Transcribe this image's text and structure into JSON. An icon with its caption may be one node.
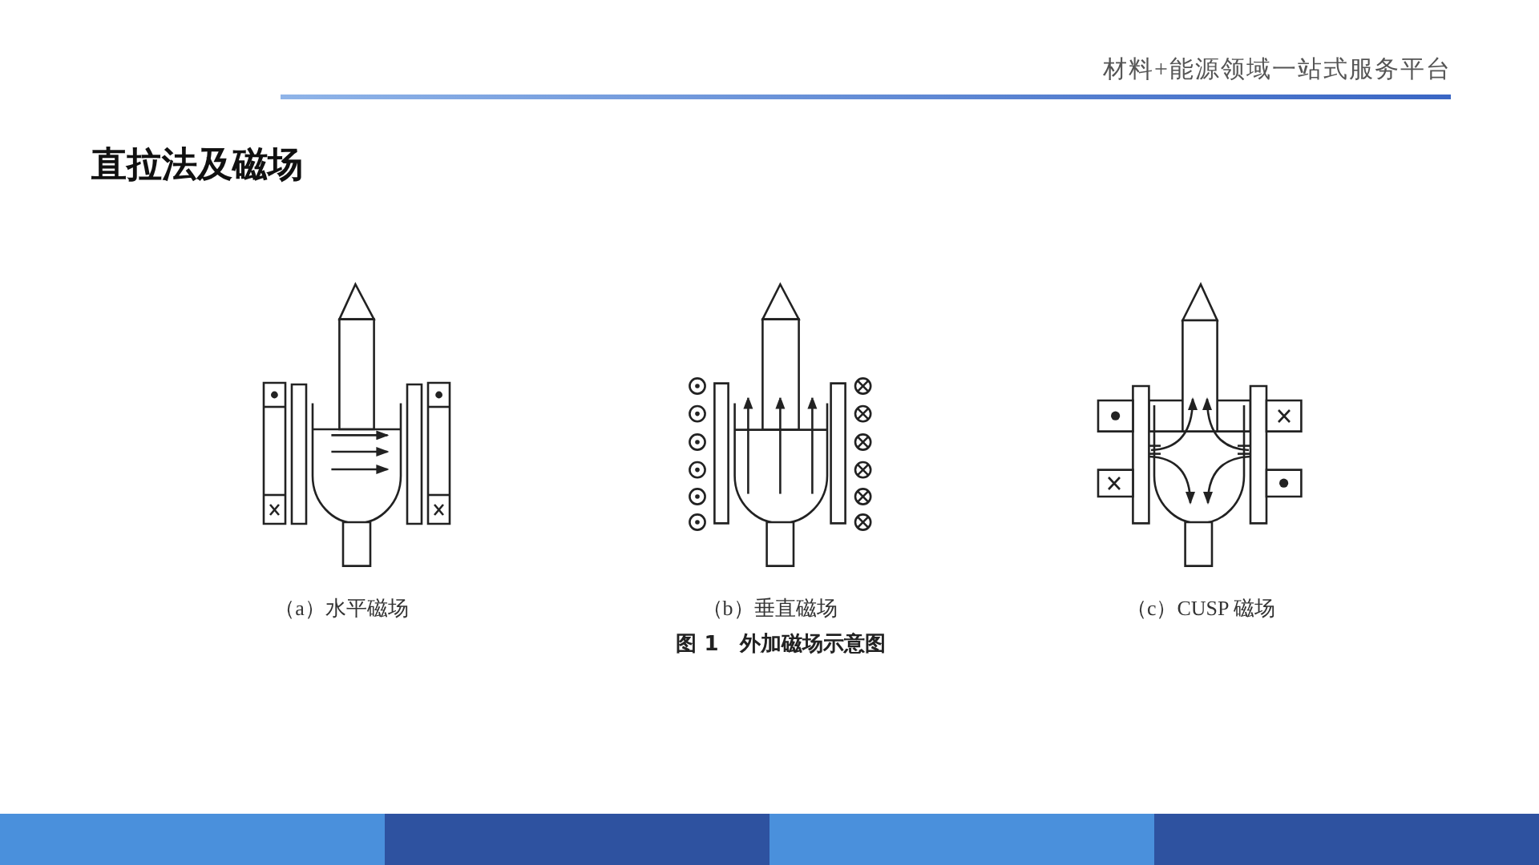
{
  "diagram": {
    "title": "直拉法及磁场",
    "caption": "图 1　外加磁场示意图",
    "labels": [
      "材料+能源领域一站式服务平台",
      "（a）水平磁场",
      "（b）垂直磁场",
      "（c）CUSP 磁场"
    ]
  }
}
